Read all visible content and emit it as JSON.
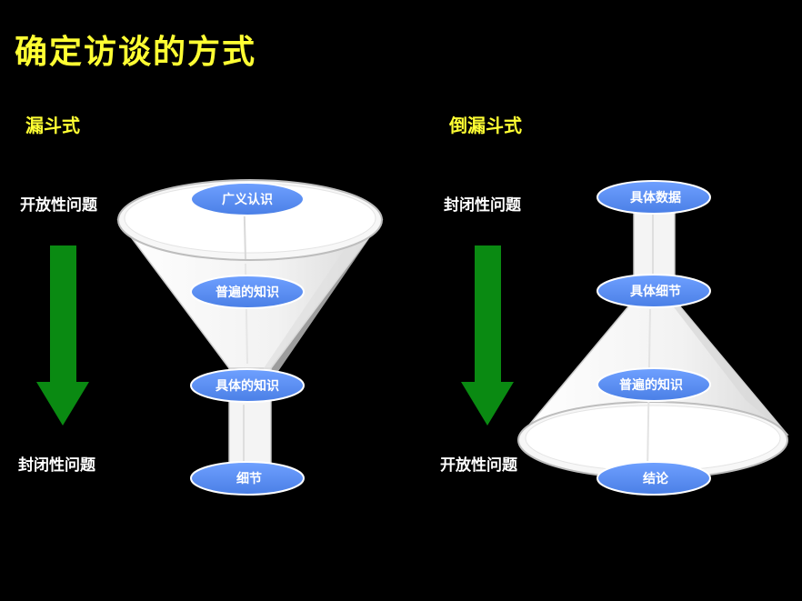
{
  "title": "确定访谈的方式",
  "funnel": {
    "heading": "漏斗式",
    "top_label": "开放性问题",
    "bottom_label": "封闭性问题",
    "pills": [
      "广义认识",
      "普遍的知识",
      "具体的知识",
      "细节"
    ]
  },
  "inverted_funnel": {
    "heading": "倒漏斗式",
    "top_label": "封闭性问题",
    "bottom_label": "开放性问题",
    "pills": [
      "具体数据",
      "具体细节",
      "普遍的知识",
      "结论"
    ]
  },
  "colors": {
    "title": "#ffff33",
    "arrow": "#0a8a12",
    "pill": "#5b8def"
  }
}
